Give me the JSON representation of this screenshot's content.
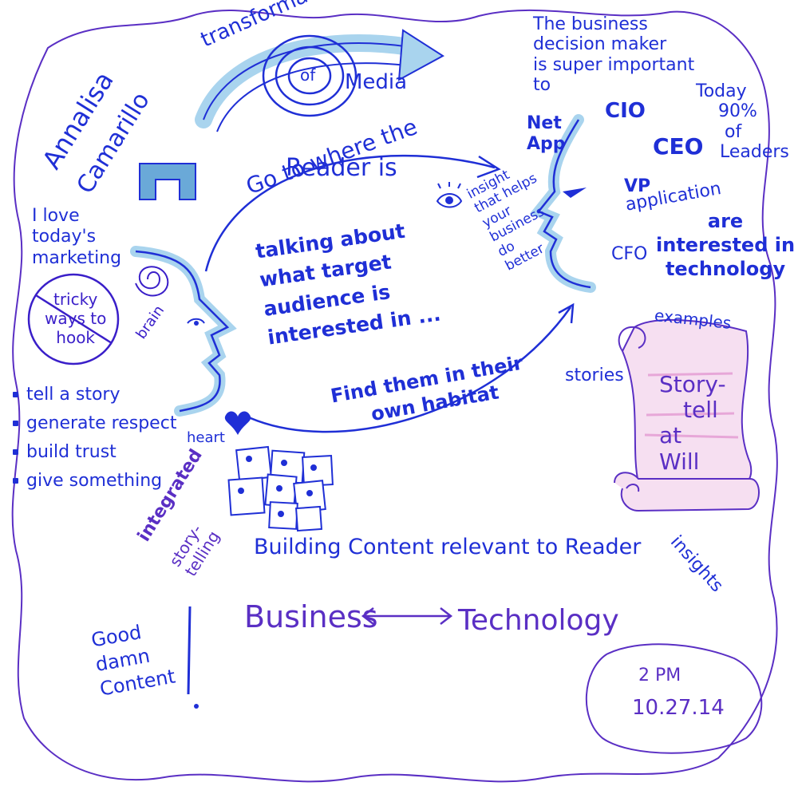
{
  "title": {
    "transformation": "transformation",
    "of": "of",
    "media": "Media"
  },
  "speaker": {
    "first": "Annalisa",
    "last": "Camarillo"
  },
  "left": {
    "love_lines": [
      "I love",
      "today's",
      "marketing"
    ],
    "crossed_lines": [
      "tricky",
      "ways to",
      "hook"
    ],
    "brain": "brain",
    "heart": "heart",
    "bullets": [
      "tell a story",
      "generate respect",
      "build trust",
      "give something"
    ]
  },
  "center": {
    "go_to": "Go to where the",
    "reader_is": "Reader is",
    "talking_lines": [
      "talking about",
      "what target",
      "audience is",
      "interested in ..."
    ],
    "insight_lines": [
      "insight",
      "that helps",
      "your",
      "business",
      "do",
      "better"
    ],
    "find_lines": [
      "Find them in their",
      "own habitat"
    ]
  },
  "right": {
    "decision_lines": [
      "The business",
      "decision maker",
      "is super important",
      "to"
    ],
    "netapp_lines": [
      "Net",
      "App"
    ],
    "roles": {
      "cio": "CIO",
      "ceo": "CEO",
      "vp_lines": [
        "VP",
        "application"
      ],
      "cfo": "CFO"
    },
    "today_lines": [
      "Today",
      "90%",
      "of",
      "Leaders",
      "are",
      "interested in",
      "technology"
    ],
    "examples": "examples",
    "stories": "stories",
    "scroll_lines": [
      "Story-",
      "tell",
      "at",
      "Will"
    ],
    "insights": "insights"
  },
  "bottom": {
    "integrated_lines": [
      "integrated",
      "story-",
      "telling"
    ],
    "building": "Building Content relevant to Reader",
    "business": "Business",
    "technology": "Technology",
    "good_lines": [
      "Good",
      "damn",
      "Content"
    ],
    "time": "2 PM",
    "date": "10.27.14"
  },
  "colors": {
    "ink": "#1f2fd6",
    "purple_ink": "#5a2fc4",
    "light_blue": "#a9d4ee",
    "pink": "#e7a7d8"
  },
  "icons": [
    "spiral-arrow-icon",
    "bracket-logo-icon",
    "face-profile-left-icon",
    "face-profile-right-icon",
    "eye-icon",
    "heart-icon",
    "sticky-notes-icon",
    "scroll-icon"
  ]
}
